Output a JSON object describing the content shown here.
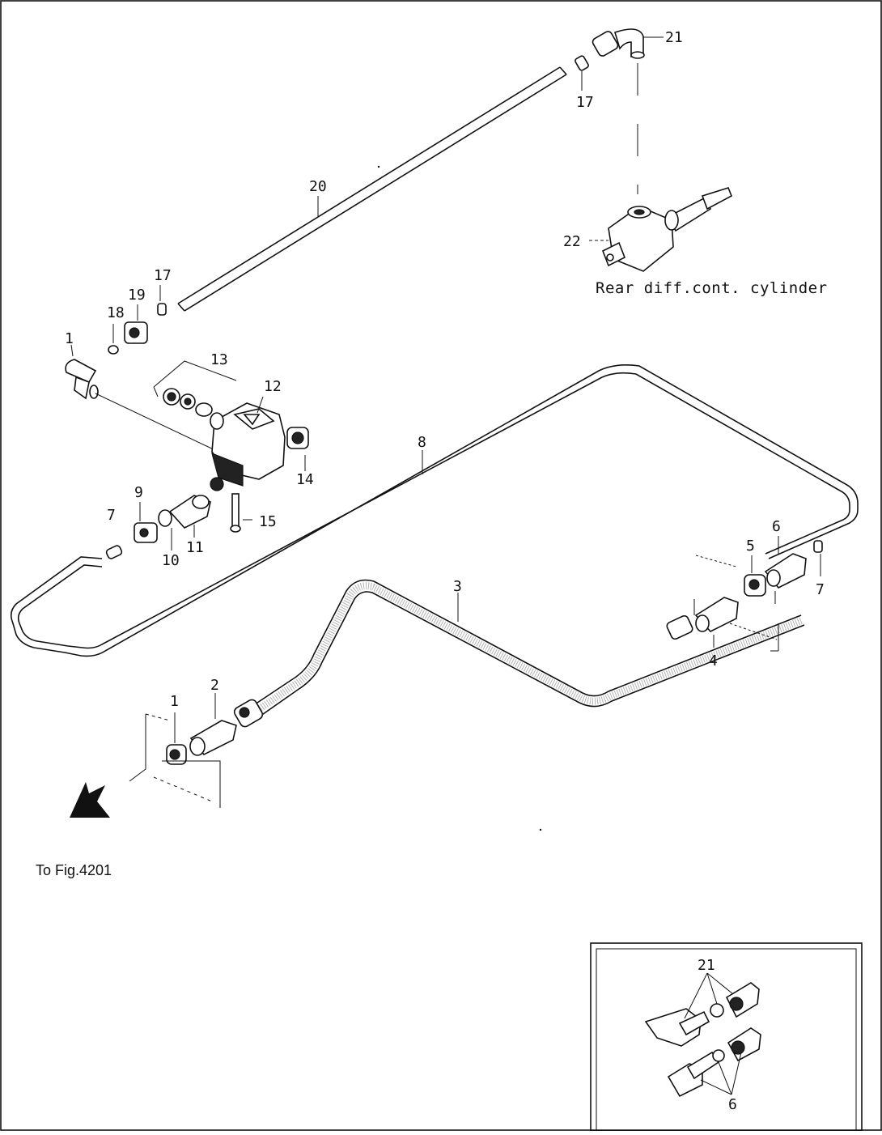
{
  "labels": {
    "p1a": "1",
    "p1b": "1",
    "p2": "2",
    "p3": "3",
    "p4": "4",
    "p5": "5",
    "p6a": "6",
    "p6b": "6",
    "p7a": "7",
    "p7b": "7",
    "p8": "8",
    "p9": "9",
    "p10": "10",
    "p11": "11",
    "p12": "12",
    "p13": "13",
    "p14": "14",
    "p15": "15",
    "p17a": "17",
    "p17b": "17",
    "p18": "18",
    "p19": "19",
    "p20": "20",
    "p21a": "21",
    "p21b": "21",
    "p22": "22"
  },
  "caption_cylinder": "Rear diff.cont. cylinder",
  "note_reference": "To Fig.4201",
  "colors": {
    "line": "#111111",
    "background": "#ffffff"
  }
}
